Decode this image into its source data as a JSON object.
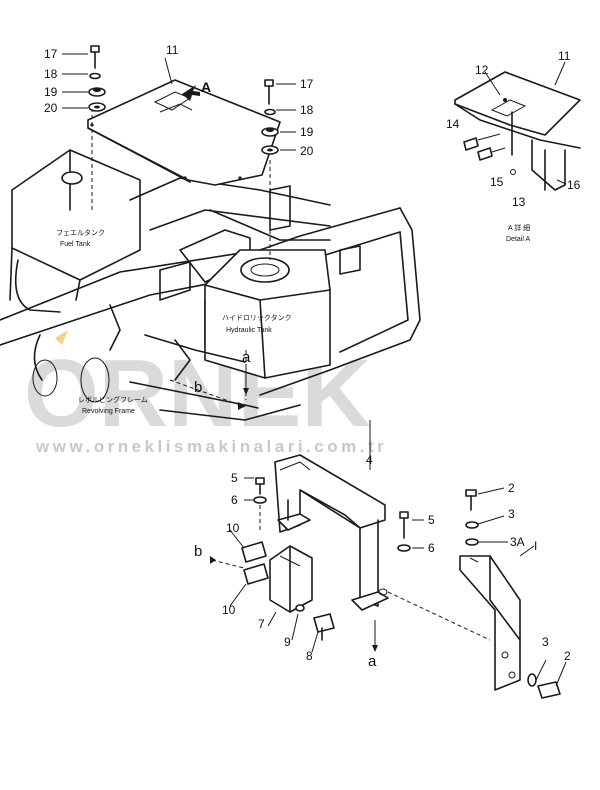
{
  "callouts": {
    "c17a": "17",
    "c18a": "18",
    "c19a": "19",
    "c20a": "20",
    "c11a": "11",
    "cA": "A",
    "c17b": "17",
    "c18b": "18",
    "c19b": "19",
    "c20b": "20",
    "c12": "12",
    "c11b": "11",
    "c14": "14",
    "c15": "15",
    "c13": "13",
    "c16": "16",
    "c4": "4",
    "c5a": "5",
    "c6a": "6",
    "c10a": "10",
    "c10b": "10",
    "c7": "7",
    "c9": "9",
    "c8": "8",
    "c5b": "5",
    "c6b": "6",
    "c2a": "2",
    "c3a": "3",
    "c3A": "3A",
    "cI": "I",
    "c3b": "3",
    "c2b": "2",
    "ca1": "a",
    "cb1": "b",
    "cb2": "b",
    "ca2": "a"
  },
  "captions": {
    "fuel_jp": "フェエルタンク",
    "fuel_en": "Fuel Tank",
    "hyd_jp": "ハイドロリックタンク",
    "hyd_en": "Hydraulic Tank",
    "frame_jp": "レボルビングフレーム",
    "frame_en": "Revolving Frame",
    "detail_jp": "A 詳 細",
    "detail_en": "Detail A"
  },
  "watermark": {
    "brand": "ORNEK",
    "url": "www.orneklismakinalari.com.tr",
    "color": "#d4d4d4"
  }
}
